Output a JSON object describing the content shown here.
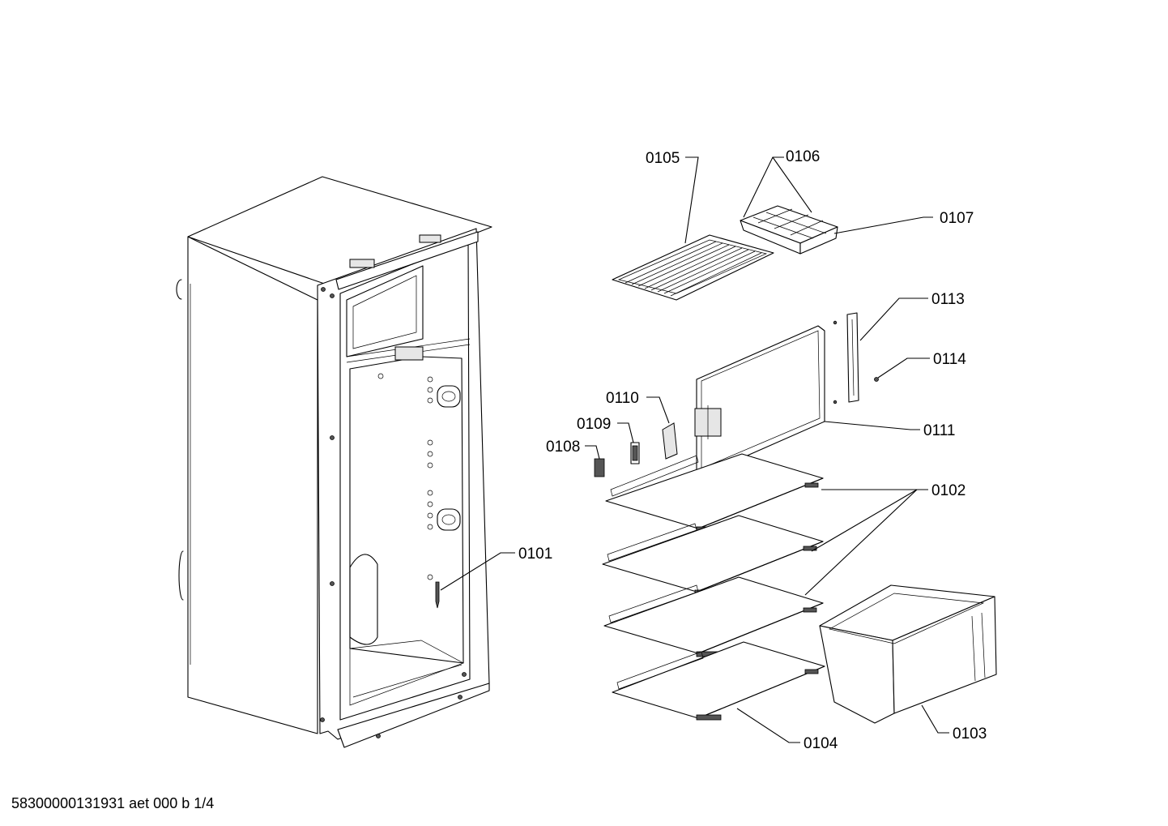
{
  "parts": [
    {
      "id": "p0101",
      "label": "0101"
    },
    {
      "id": "p0102",
      "label": "0102"
    },
    {
      "id": "p0103",
      "label": "0103"
    },
    {
      "id": "p0104",
      "label": "0104"
    },
    {
      "id": "p0105",
      "label": "0105"
    },
    {
      "id": "p0106",
      "label": "0106"
    },
    {
      "id": "p0107",
      "label": "0107"
    },
    {
      "id": "p0108",
      "label": "0108"
    },
    {
      "id": "p0109",
      "label": "0109"
    },
    {
      "id": "p0110",
      "label": "0110"
    },
    {
      "id": "p0111",
      "label": "0111"
    },
    {
      "id": "p0113",
      "label": "0113"
    },
    {
      "id": "p0114",
      "label": "0114"
    }
  ],
  "footer": {
    "code": "58300000131931 aet 000 b 1/4"
  }
}
